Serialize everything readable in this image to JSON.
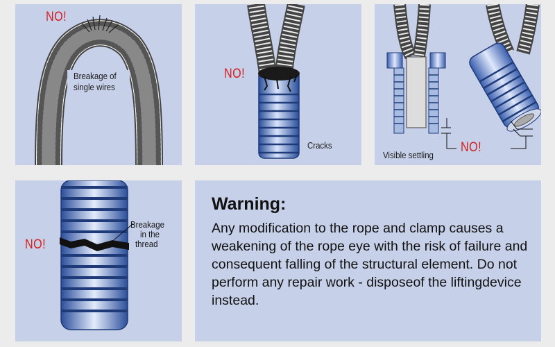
{
  "panels": {
    "single_wires": {
      "no": "NO!",
      "label_line1": "Breakage of",
      "label_line2": "single wires"
    },
    "cracks": {
      "no": "NO!",
      "label": "Cracks"
    },
    "settling": {
      "no": "NO!",
      "label": "Visible settling"
    },
    "thread": {
      "no": "NO!",
      "label_line1": "Breakage",
      "label_line2": "in the",
      "label_line3": "thread"
    }
  },
  "warning": {
    "title": "Warning:",
    "body": "Any modification to the rope and clamp causes a weakening of the rope eye with the risk of failure and consequent falling of the structural element. Do not perform any repair work - disposeof the liftingdevice instead."
  },
  "colors": {
    "panel_bg": "#c6d0e8",
    "no_red": "#d42020",
    "thread_blue": "#4a78c8"
  }
}
